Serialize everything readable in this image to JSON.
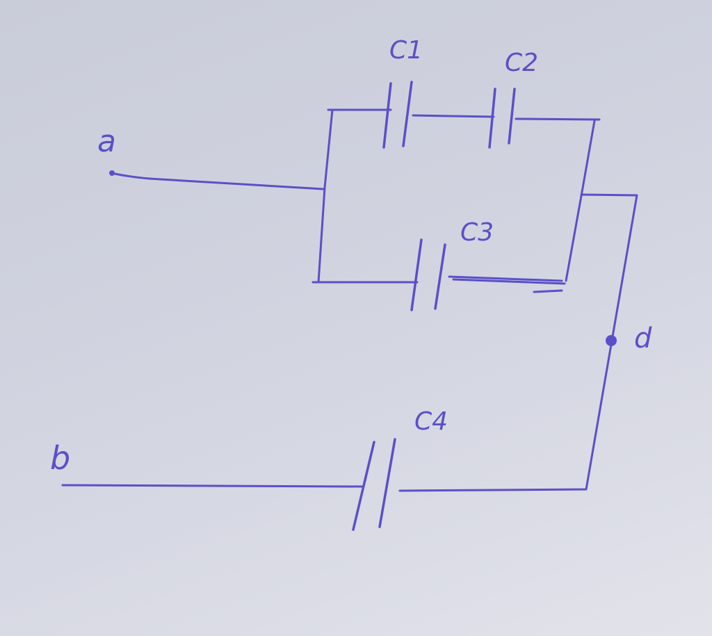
{
  "nodes": {
    "a": "a",
    "b": "b",
    "d": "d"
  },
  "capacitors": {
    "c1": "C1",
    "c2": "C2",
    "c3": "C3",
    "c4": "C4"
  },
  "colors": {
    "ink": "#5a4fc9",
    "paper": "#d2d4e0"
  }
}
